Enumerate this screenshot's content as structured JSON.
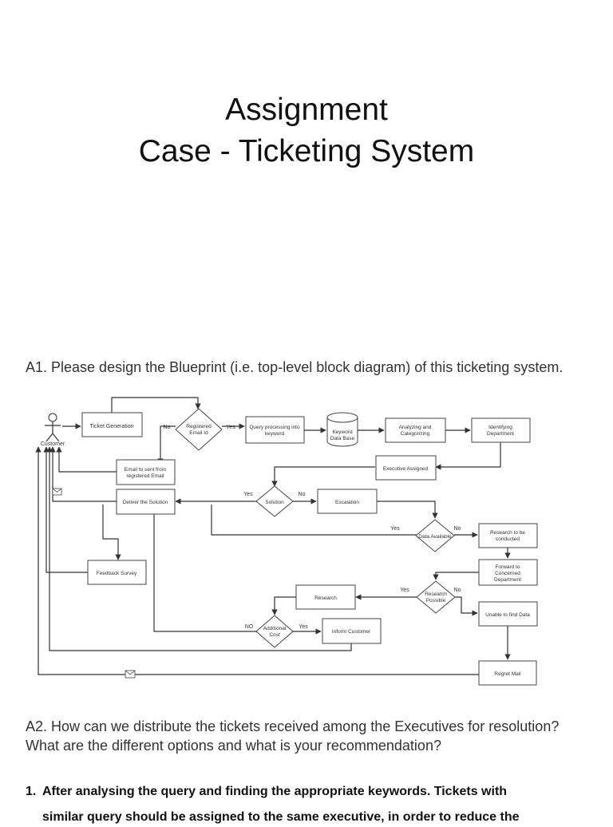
{
  "title_line1": "Assignment",
  "title_line2": "Case - Ticketing System",
  "q1": "A1. Please design the Blueprint (i.e. top-level block diagram) of this ticketing system.",
  "q2": "A2. How can we distribute the tickets received among the Executives for resolution? What are the different options and what is your recommendation?",
  "answer1_num": "1.",
  "answer1_line1": "After analysing the query and finding the appropriate keywords. Tickets with",
  "answer1_line2": "similar query should be assigned to the same executive, in order to reduce the",
  "diagram": {
    "customer": "Customer",
    "ticket_generation": "Ticket Generation",
    "registered_email_1": "Registered",
    "registered_email_2": "Email Id",
    "no": "No",
    "yes": "Yes",
    "query_processing_1": "Query processing into",
    "query_processing_2": "keyword",
    "keyword_db_1": "Keyword",
    "keyword_db_2": "Data Base",
    "analyzing_1": "Analyzing and",
    "analyzing_2": "Categorizing",
    "identifying_1": "Identifying",
    "identifying_2": "Department",
    "email_sent_1": "Email to sent from",
    "email_sent_2": "registered Email",
    "executive_assigned": "Executive Assigned",
    "deliver_solution": "Deliver the Solution",
    "solution": "Solution",
    "escalation": "Escalation",
    "data_available": "Data Available",
    "research_conducted_1": "Research to be",
    "research_conducted_2": "conducted",
    "forward_1": "Forward to",
    "forward_2": "Concerned",
    "forward_3": "Department",
    "feedback_survey": "Feedback Survey",
    "research": "Research",
    "research_possible_1": "Research",
    "research_possible_2": "Possible",
    "unable_find_data": "Unable to find Data",
    "additional_cost_1": "Additional",
    "additional_cost_2": "Cost",
    "no_caps": "NO",
    "inform_customer": "Inform Customer",
    "regret_mail": "Regret Mail"
  }
}
